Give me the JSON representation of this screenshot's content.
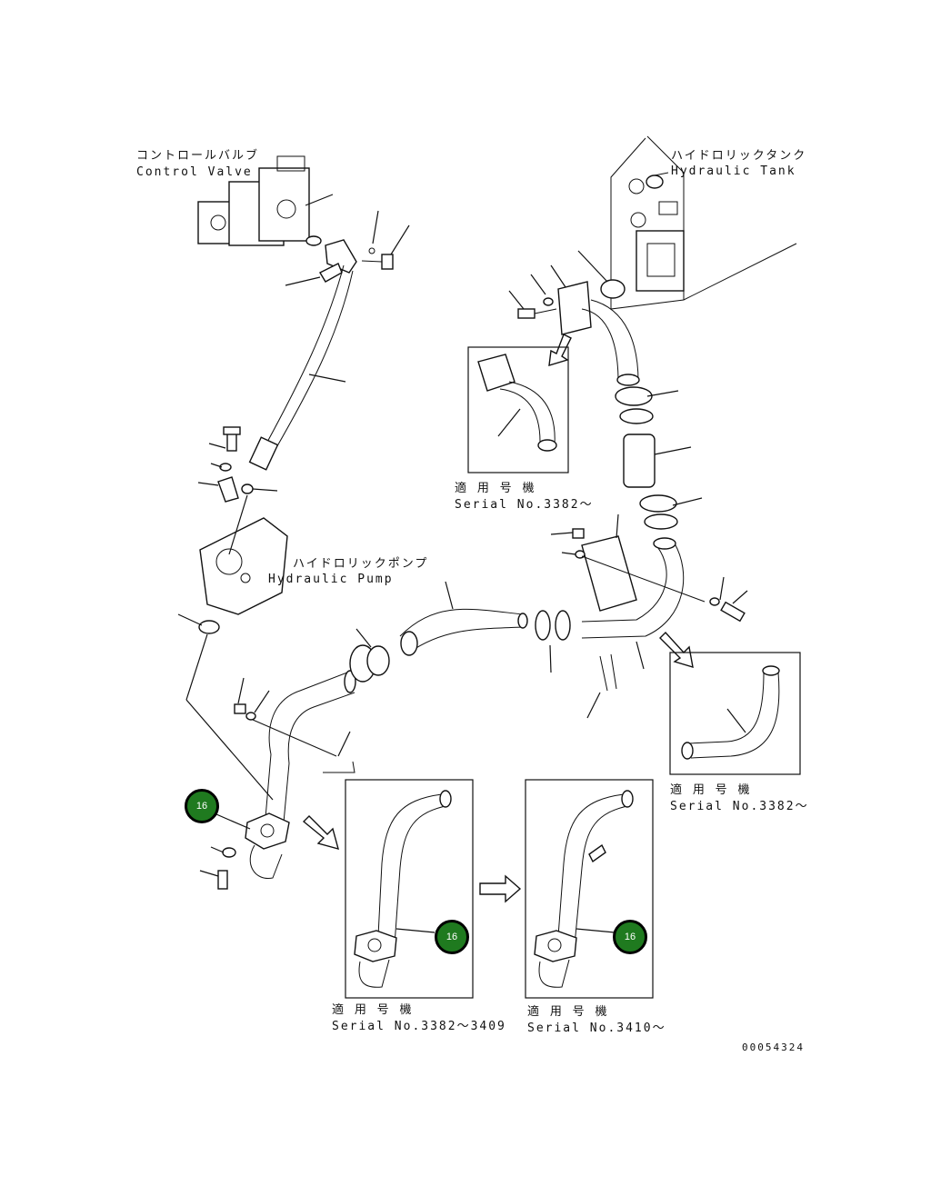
{
  "labels": {
    "control_valve_jp": "コントロールバルブ",
    "control_valve_en": "Control Valve",
    "hydraulic_tank_jp": "ハイドロリックタンク",
    "hydraulic_tank_en": "Hydraulic Tank",
    "hydraulic_pump_jp": "ハイドロリックポンプ",
    "hydraulic_pump_en": "Hydraulic Pump"
  },
  "insets": [
    {
      "applicable_jp": "適 用 号 機",
      "serial": "Serial No.3382〜"
    },
    {
      "applicable_jp": "適 用 号 機",
      "serial": "Serial No.3382〜"
    },
    {
      "applicable_jp": "適 用 号 機",
      "serial": "Serial No.3382〜3409"
    },
    {
      "applicable_jp": "適 用 号 機",
      "serial": "Serial No.3410〜"
    }
  ],
  "callouts": [
    "16",
    "16",
    "16"
  ],
  "drawing_number": "00054324",
  "colors": {
    "callout_fill": "#1f7a1f",
    "line": "#111111"
  }
}
